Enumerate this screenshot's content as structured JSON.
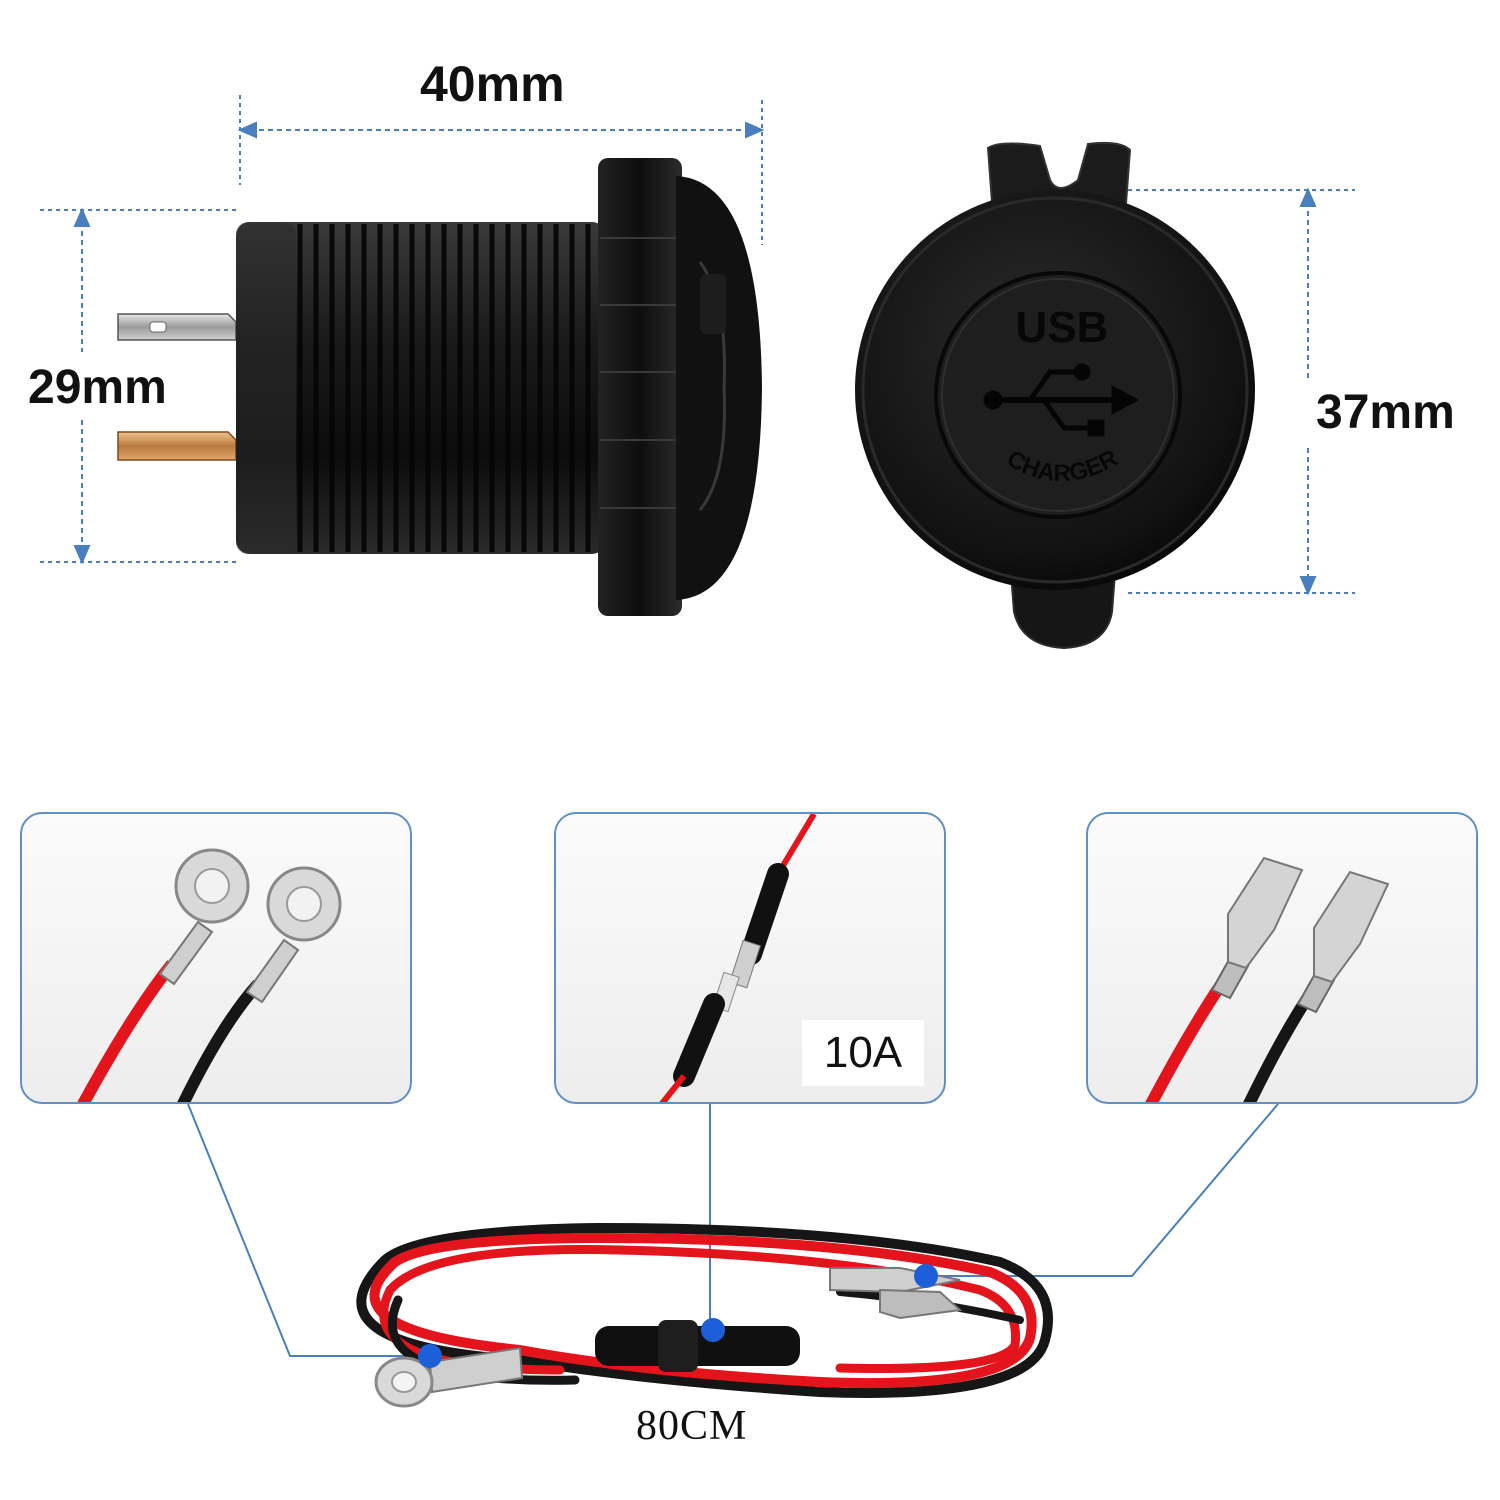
{
  "dimensions": {
    "width": "40mm",
    "body_height": "29mm",
    "cap_height": "37mm"
  },
  "socket_face": {
    "top_text": "USB",
    "bottom_text": "CHARGER",
    "symbol": "usb-trident-icon"
  },
  "accessories": {
    "fuse_rating": "10A",
    "cable_length": "80CM"
  },
  "colors": {
    "callout_line": "#4a7fbf",
    "callout_dot": "#1d5fd8",
    "red_wire": "#e3141b",
    "black_wire": "#161616",
    "socket_body": "#141414"
  }
}
